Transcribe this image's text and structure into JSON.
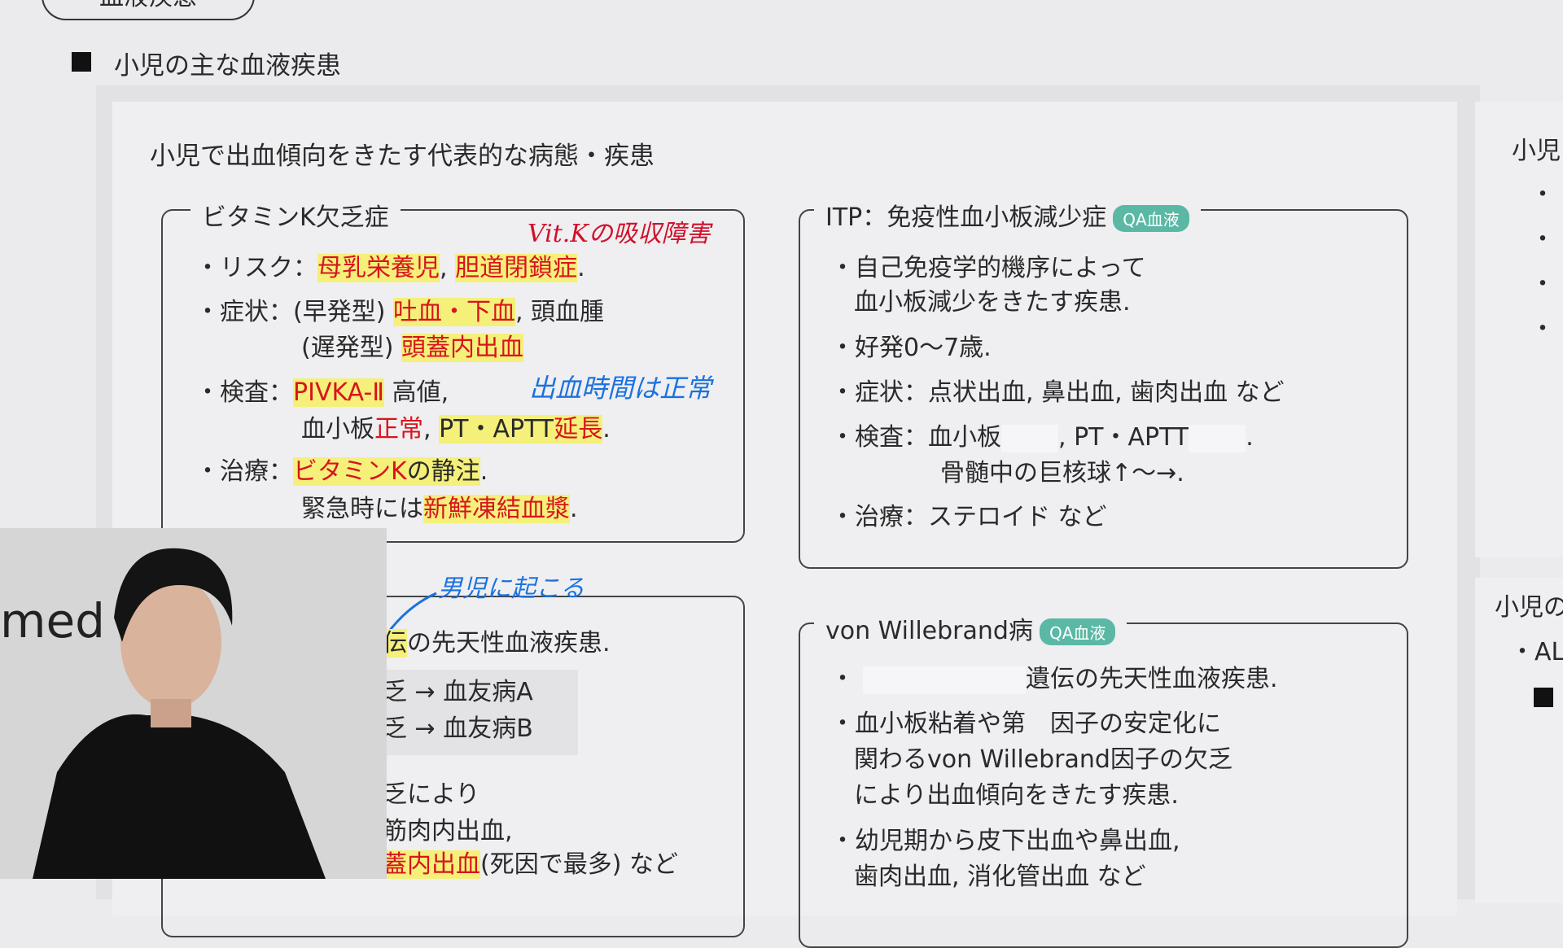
{
  "header": {
    "section_pill": "血液疾患",
    "heading": "小児の主な血液疾患"
  },
  "main": {
    "subtitle": "小児で出血傾向をきたす代表的な病態・疾患"
  },
  "vitk": {
    "title": "ビタミンK欠乏症",
    "risk_label": "・リスク：",
    "risk_1": "母乳栄養児",
    "risk_sep": ",",
    "risk_2": "胆道閉鎖症",
    "dot": ".",
    "sym_label": "・症状：",
    "sym_early": "(早発型)",
    "sym_early_hl": "吐血・下血",
    "sym_early_rest": ", 頭血腫",
    "sym_late": "(遅発型)",
    "sym_late_hl": "頭蓋内出血",
    "exam_label": "・検査：",
    "exam_1": "PIVKA-Ⅱ",
    "exam_1b": "高値,",
    "exam_2a": "血小板",
    "exam_2b": "正常",
    ", ": ", ",
    "exam_2c": "PT・APTT",
    "exam_2d": "延長",
    "tx_label": "・治療：",
    "tx_1": "ビタミンK",
    "tx_1b": "の静注",
    "tx_2a": "緊急時には",
    "tx_2b": "新鮮凍結血漿",
    "note_red": "Vit.Kの吸収障害",
    "note_blue": "出血時間は正常"
  },
  "itp": {
    "title": "ITP：免疫性血小板減少症",
    "badge": "QA血液",
    "l1": "・自己免疫学的機序によって",
    "l2": "血小板減少をきたす疾患.",
    "l3": "・好発0〜7歳.",
    "l4": "・症状：点状出血, 鼻出血, 歯肉出血 など",
    "l5a": "・検査：血小板",
    "l5b": ", PT・APTT",
    "l5c": ".",
    "l6": "骨髄中の巨核球↑〜→.",
    "l7": "・治療：ステロイド など"
  },
  "hemo": {
    "note_blue": "男児に起こる",
    "l1a": "伝",
    "l1b": "の先天性血液疾患.",
    "l2": "乏 → 血友病A",
    "l3": "乏 → 血友病B",
    "l4": "乏により",
    "l5": "筋肉内出血,",
    "l6a": "蓋内出血",
    "l6b": "(死因で最多) など"
  },
  "vwd": {
    "title": "von Willebrand病",
    "badge": "QA血液",
    "l1a": "・",
    "l1b": "遺伝の先天性血液疾患.",
    "l2": "・血小板粘着や第　因子の安定化に",
    "l3": "関わるvon Willebrand因子の欠乏",
    "l4": "により出血傾向をきたす疾患.",
    "l5": "・幼児期から皮下出血や鼻出血,",
    "l6": "歯肉出血, 消化管出血 など"
  },
  "rightpanel": {
    "title": "小児",
    "b1": "・",
    "b2": "・",
    "b3": "・",
    "b4": "・",
    "title2": "小児の",
    "b5": "・AL"
  },
  "webcam": {
    "logo_text": "med"
  }
}
